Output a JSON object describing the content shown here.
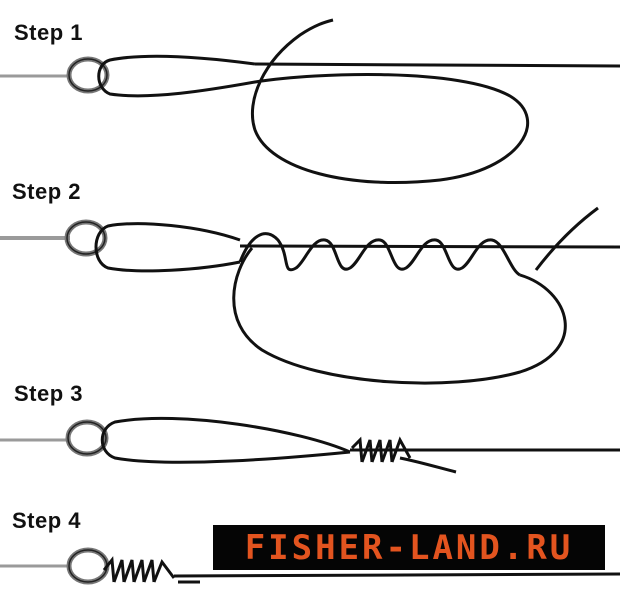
{
  "steps": [
    {
      "label": "Step 1"
    },
    {
      "label": "Step 2"
    },
    {
      "label": "Step 3"
    },
    {
      "label": "Step 4"
    }
  ],
  "watermark": {
    "text": "FISHER-LAND.RU",
    "color": "#e3541f",
    "background": "#050505"
  },
  "colors": {
    "line": "#111111",
    "hook_line": "#9a9a9a"
  }
}
